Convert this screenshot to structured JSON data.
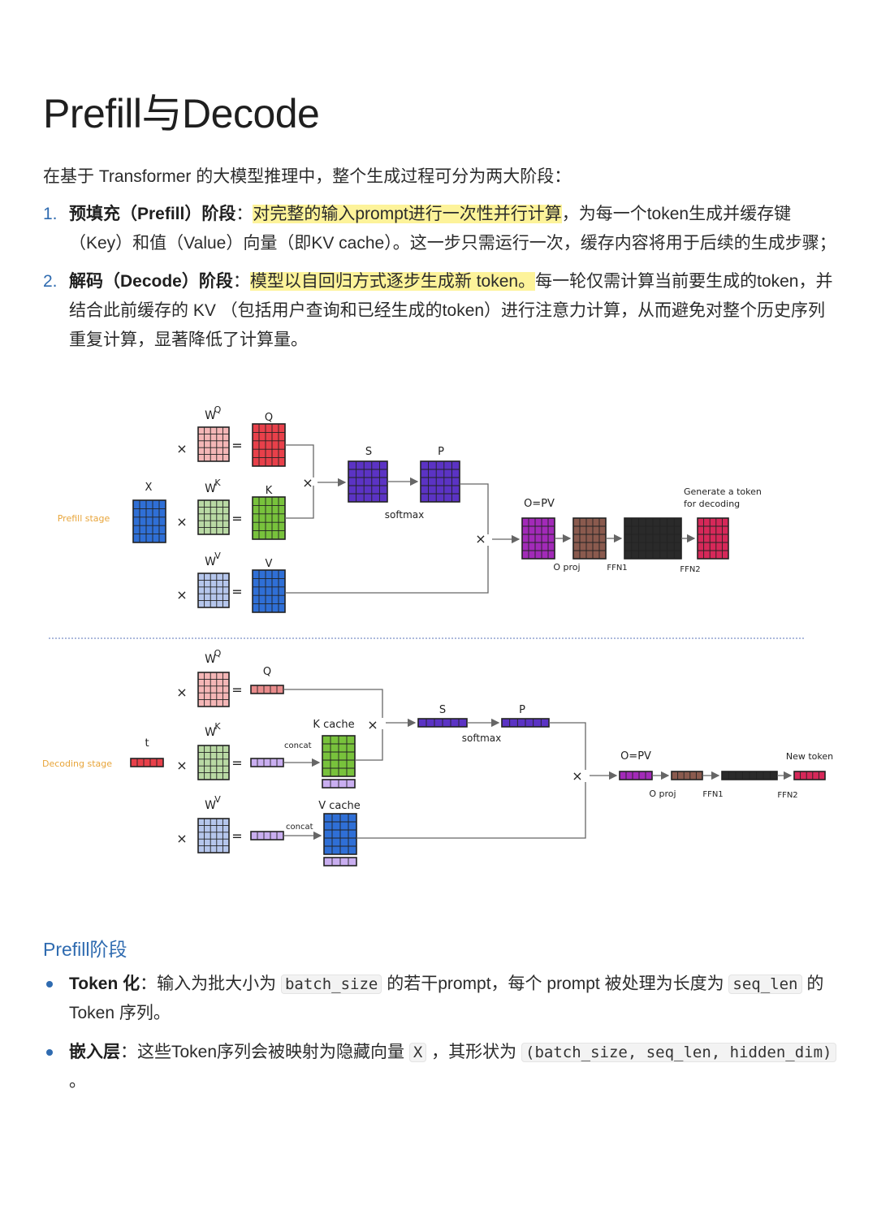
{
  "title": "Prefill与Decode",
  "intro": "在基于 Transformer 的大模型推理中，整个生成过程可分为两大阶段：",
  "list": [
    {
      "num": "1.",
      "bold": "预填充（Prefill）阶段",
      "colon": "：",
      "highlight": "对完整的输入prompt进行一次性并行计算",
      "rest": "，为每一个token生成并缓存键（Key）和值（Value）向量（即KV cache）。这一步只需运行一次，缓存内容将用于后续的生成步骤；"
    },
    {
      "num": "2.",
      "bold": "解码（Decode）阶段",
      "colon": "：",
      "highlight": "模型以自回归方式逐步生成新 token。",
      "rest": "每一轮仅需计算当前要生成的token，并结合此前缓存的 KV （包括用户查询和已经生成的token）进行注意力计算，从而避免对整个历史序列重复计算，显著降低了计算量。"
    }
  ],
  "diagram": {
    "prefill": {
      "stage_label": "Prefill stage",
      "x_label": "X",
      "wq": "W",
      "wq_sup": "Q",
      "wk": "W",
      "wk_sup": "K",
      "wv": "W",
      "wv_sup": "V",
      "q": "Q",
      "k": "K",
      "v": "V",
      "s": "S",
      "p": "P",
      "softmax": "softmax",
      "o": "O=PV",
      "oproj": "O proj",
      "ffn1": "FFN1",
      "ffn2": "FFN2",
      "gen1": "Generate a token",
      "gen2": "for decoding",
      "times": "×",
      "eq": "="
    },
    "decode": {
      "stage_label": "Decoding stage",
      "t_label": "t",
      "wq": "W",
      "wq_sup": "Q",
      "wk": "W",
      "wk_sup": "K",
      "wv": "W",
      "wv_sup": "V",
      "q": "Q",
      "kcache": "K cache",
      "vcache": "V cache",
      "concat": "concat",
      "s": "S",
      "p": "P",
      "softmax": "softmax",
      "o": "O=PV",
      "oproj": "O proj",
      "ffn1": "FFN1",
      "ffn2": "FFN2",
      "newtoken": "New token",
      "times": "×",
      "eq": "="
    },
    "colors": {
      "red": "#e8404a",
      "green": "#78c23c",
      "blue": "#2f6fd6",
      "purple": "#8a3fd0",
      "indigo": "#5b33c4",
      "magenta": "#a22ab8",
      "brown": "#8a5a4e",
      "black": "#2a2a2a",
      "crimson": "#d62859",
      "pink": "#e98c8c",
      "light_red": "#f4b6b6",
      "light_green": "#b9d9a4",
      "light_blue": "#b5c6ec",
      "light_purple": "#c9aef0",
      "orange": "#e8a53a"
    }
  },
  "section_heading": "Prefill阶段",
  "bullets": [
    {
      "bold": "Token 化",
      "colon": "：",
      "t1": "输入为批大小为 ",
      "c1": "batch_size",
      "t2": " 的若干prompt，每个 prompt 被处理为长度为 ",
      "c2": "seq_len",
      "t3": " 的 Token 序列。"
    },
    {
      "bold": "嵌入层",
      "colon": "：",
      "t1": "这些Token序列会被映射为隐藏向量 ",
      "c1": "X",
      "t2": " ，其形状为 ",
      "c2": "(batch_size, seq_len, hidden_dim)",
      "t3": " 。"
    }
  ]
}
